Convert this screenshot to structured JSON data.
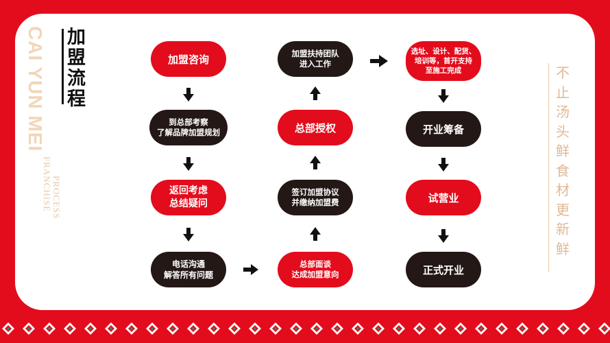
{
  "heading": {
    "title": "加盟流程",
    "latin_brand": "CAI YUN MEI",
    "latin_sub_1": "FRANCHISE",
    "latin_sub_2": "PROCESS"
  },
  "slogan": "不止汤头鲜 食材更新鲜",
  "steps": [
    {
      "id": "s1",
      "label": "加盟咨询"
    },
    {
      "id": "s2",
      "label": "到总部考察\n了解品牌加盟规划"
    },
    {
      "id": "s3",
      "label": "返回考虑\n总结疑问"
    },
    {
      "id": "s4",
      "label": "电话沟通\n解答所有问题"
    },
    {
      "id": "s5",
      "label": "总部面谈\n达成加盟意向"
    },
    {
      "id": "s6",
      "label": "签订加盟协议\n并缴纳加盟费"
    },
    {
      "id": "s7",
      "label": "总部授权"
    },
    {
      "id": "s8",
      "label": "加盟扶持团队\n进入工作"
    },
    {
      "id": "s9",
      "label": "选址、设计、配货、\n培训等，首开支持\n至施工完成"
    },
    {
      "id": "s10",
      "label": "开业筹备"
    },
    {
      "id": "s11",
      "label": "试营业"
    },
    {
      "id": "s12",
      "label": "正式开业"
    }
  ],
  "colors": {
    "brand_red": "#e30c1c",
    "dark": "#231815",
    "gold": "#e0b894"
  }
}
